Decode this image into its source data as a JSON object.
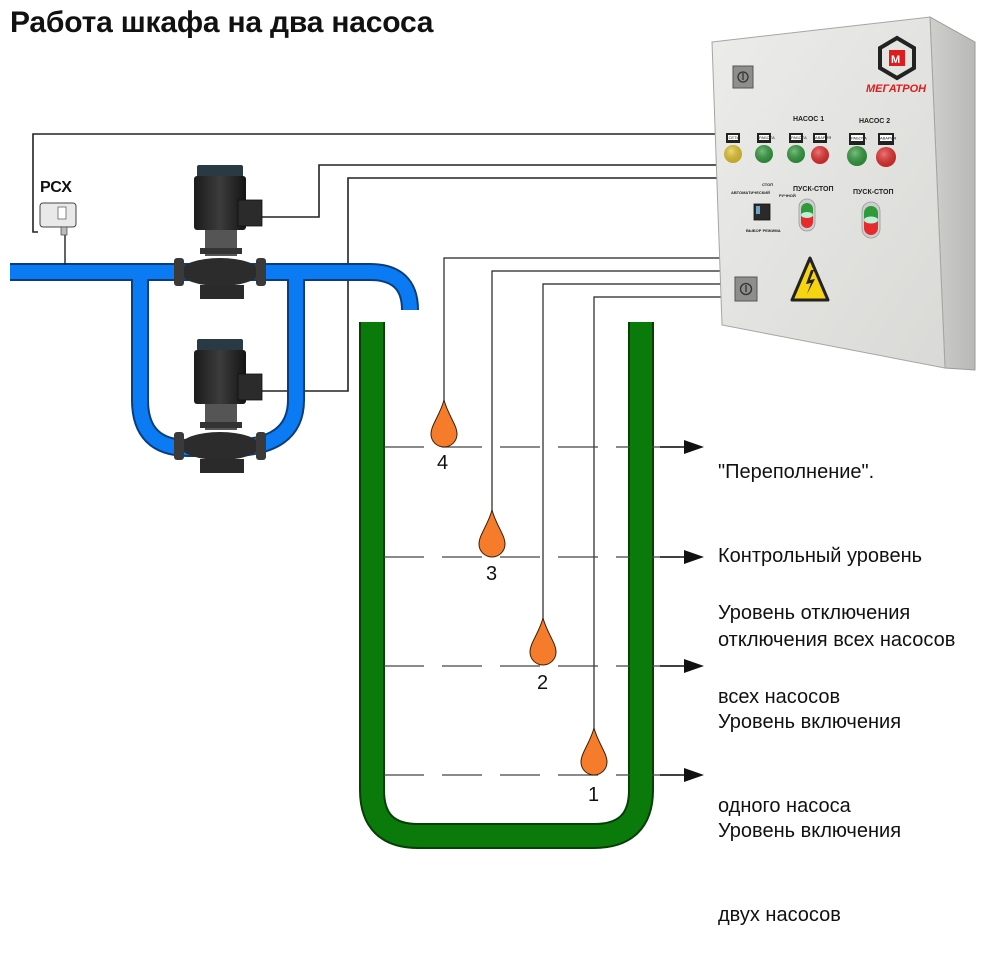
{
  "title": "Работа шкафа на два насоса",
  "pressure_switch": {
    "label": "РСХ"
  },
  "cabinet": {
    "brand": "МЕГАТРОН",
    "pump1_label": "НАСОС 1",
    "pump2_label": "НАСОС 2",
    "start_stop_1": "ПУСК-СТОП",
    "start_stop_2": "ПУСК-СТОП",
    "mode_stop": "СТОП",
    "mode_auto": "АВТОМАТИЧЕСКИЙ",
    "mode_manual": "РУЧНОЙ",
    "mode_select": "ВЫБОР РЕЖИМА",
    "lamp_labels": [
      "СЕТЬ",
      "РАБОТА",
      "РАБОТА",
      "АВАРИЯ",
      "РАБОТА",
      "АВАРИЯ"
    ],
    "lamp_colors": [
      "#e6c52a",
      "#2f9a3a",
      "#2f9a3a",
      "#e52b2b",
      "#2f9a3a",
      "#e52b2b"
    ]
  },
  "floats": [
    {
      "number": "4",
      "label_lines": [
        "\"Переполнение\".",
        "Контрольный уровень",
        "отключения всех насосов"
      ]
    },
    {
      "number": "3",
      "label_lines": [
        "Уровень отключения",
        "всех насосов"
      ]
    },
    {
      "number": "2",
      "label_lines": [
        "Уровень включения",
        "одного насоса"
      ]
    },
    {
      "number": "1",
      "label_lines": [
        "Уровень включения",
        "двух насосов"
      ]
    }
  ],
  "colors": {
    "pipe": "#0a7bf2",
    "tank": "#0a7a0a",
    "float": "#f47c2a",
    "warning": "#f6d411"
  }
}
